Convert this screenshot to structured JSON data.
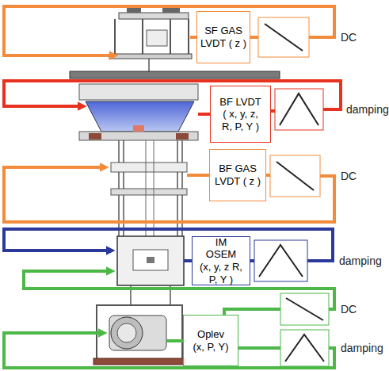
{
  "diagram": {
    "nodes": [
      {
        "text": [
          "SF GAS LVDT ( z )"
        ]
      },
      {
        "text": [
          "BF LVDT ( x, y, z, R, P, Y )"
        ]
      },
      {
        "text": [
          "BF GAS LVDT ( z )"
        ]
      },
      {
        "text": [
          "IM OSEM (x, y, z R, P, Y )"
        ]
      },
      {
        "text": [
          "Oplev (x, P, Y)"
        ]
      }
    ],
    "labels": [
      "DC",
      "damping",
      "DC",
      "damping",
      "DC",
      "damping"
    ]
  }
}
